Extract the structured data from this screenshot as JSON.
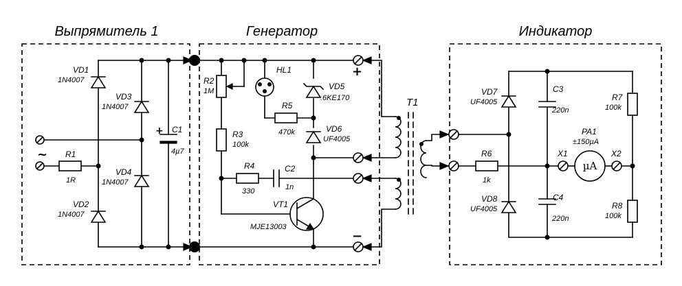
{
  "blocks": {
    "rectifier": "Выпрямитель 1",
    "generator": "Генератор",
    "indicator": "Индикатор"
  },
  "symbols": {
    "ac": "~",
    "plus": "+",
    "minus": "−",
    "meter_unit": "µA"
  },
  "components": {
    "VD1": {
      "ref": "VD1",
      "value": "1N4007"
    },
    "VD2": {
      "ref": "VD2",
      "value": "1N4007"
    },
    "VD3": {
      "ref": "VD3",
      "value": "1N4007"
    },
    "VD4": {
      "ref": "VD4",
      "value": "1N4007"
    },
    "R1": {
      "ref": "R1",
      "value": "1R"
    },
    "C1": {
      "ref": "C1",
      "value": "4µ7"
    },
    "R2": {
      "ref": "R2",
      "value": "1M"
    },
    "R3": {
      "ref": "R3",
      "value": "100k"
    },
    "R4": {
      "ref": "R4",
      "value": "330"
    },
    "C2": {
      "ref": "C2",
      "value": "1n"
    },
    "HL1": {
      "ref": "HL1"
    },
    "R5": {
      "ref": "R5",
      "value": "470k"
    },
    "VD5": {
      "ref": "VD5",
      "value": ".6KE170"
    },
    "VD6": {
      "ref": "VD6",
      "value": "UF4005"
    },
    "VT1": {
      "ref": "VT1",
      "value": "MJE13003"
    },
    "T1": {
      "ref": "T1"
    },
    "R6": {
      "ref": "R6",
      "value": "1k"
    },
    "VD7": {
      "ref": "VD7",
      "value": "UF4005"
    },
    "VD8": {
      "ref": "VD8",
      "value": "UF4005"
    },
    "C3": {
      "ref": "C3",
      "value": "220n"
    },
    "C4": {
      "ref": "C4",
      "value": "220n"
    },
    "R7": {
      "ref": "R7",
      "value": "100k"
    },
    "R8": {
      "ref": "R8",
      "value": "100k"
    },
    "PA1": {
      "ref": "PA1",
      "value": "±150µA"
    },
    "X1": {
      "ref": "X1"
    },
    "X2": {
      "ref": "X2"
    }
  }
}
